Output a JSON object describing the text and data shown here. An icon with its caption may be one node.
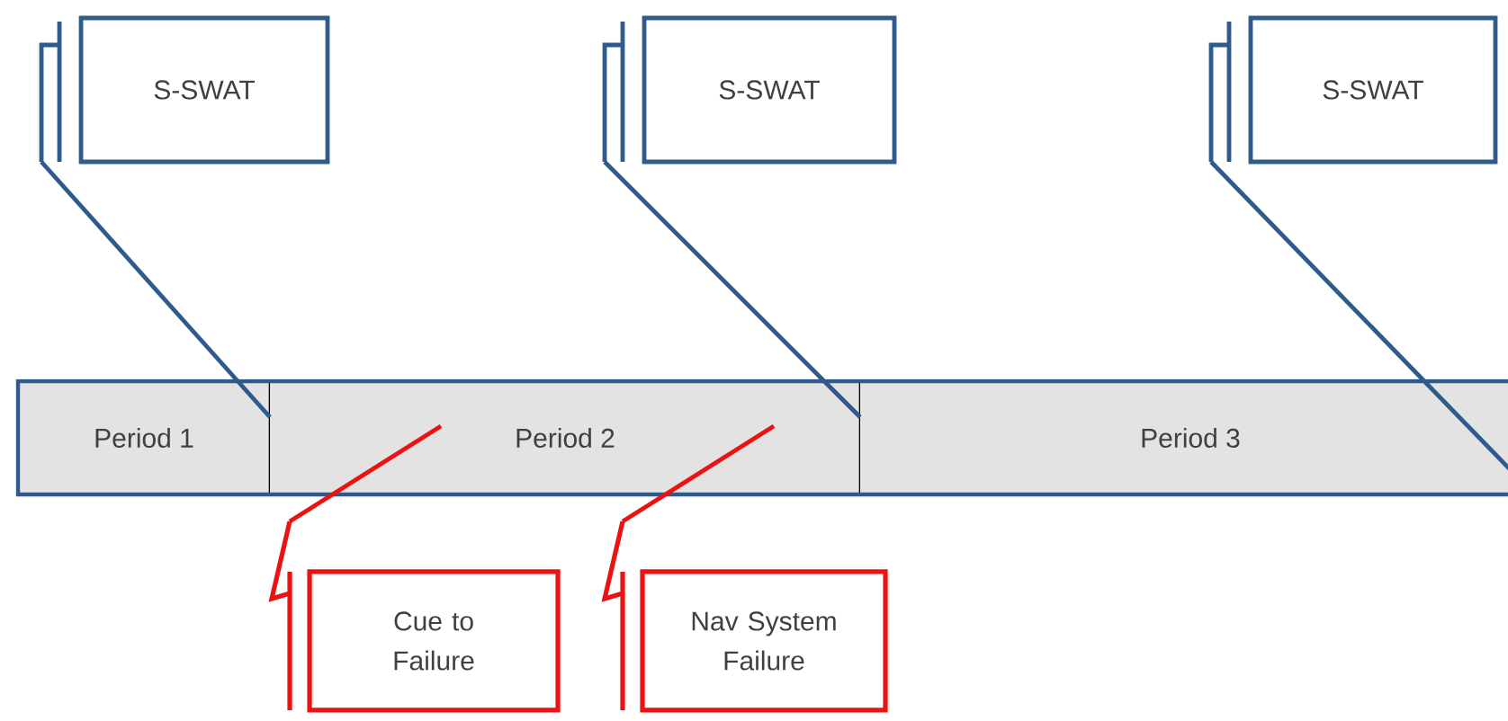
{
  "diagram": {
    "nodes": [
      {
        "text": [
          "S-SWAT"
        ]
      },
      {
        "text": [
          "S-SWAT"
        ]
      },
      {
        "text": [
          "S-SWAT"
        ]
      },
      {
        "text": [
          "Period 1"
        ]
      },
      {
        "text": [
          "Period 2"
        ]
      },
      {
        "text": [
          "Period 3"
        ]
      },
      {
        "text": [
          "Cue to Failure"
        ]
      },
      {
        "text": [
          "Nav System Failure"
        ]
      }
    ],
    "edges": [
      {
        "from": 0,
        "to": 3,
        "arrow": "none"
      },
      {
        "from": 1,
        "to": 4,
        "arrow": "none"
      },
      {
        "from": 2,
        "to": 5,
        "arrow": "none"
      },
      {
        "from": 6,
        "to": 4,
        "arrow": "none",
        "color": "#ee1111"
      },
      {
        "from": 7,
        "to": 4,
        "arrow": "none",
        "color": "#ee1111"
      }
    ]
  }
}
